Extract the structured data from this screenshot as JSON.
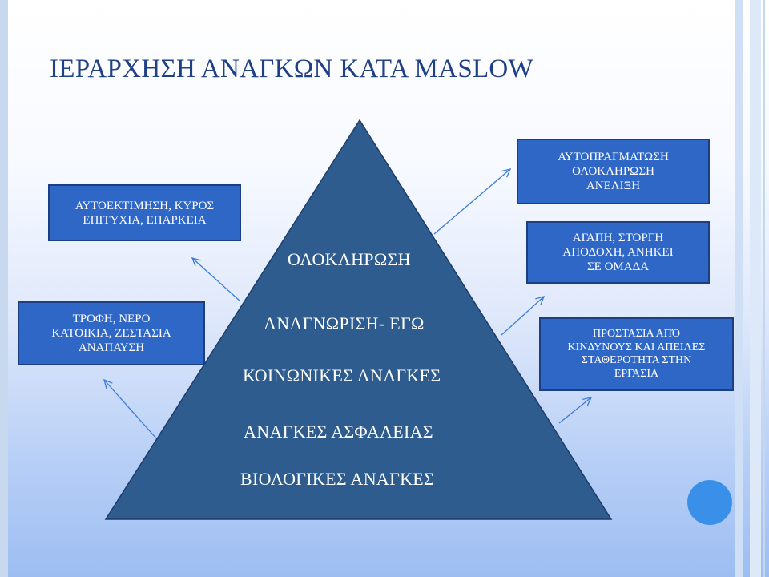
{
  "title": "ΙΕΡΑΡΧΗΣΗ ΑΝΑΓΚΩΝ ΚΑΤΑ MASLOW",
  "colors": {
    "box_fill": "#2f67c6",
    "triangle_fill": "#2e5c8e",
    "text_white": "#ffffff",
    "title_blue": "#1f3f86",
    "arrow_blue": "#3b7dd8"
  },
  "pyramid": {
    "labels": {
      "self_actualization": "ΟΛΟΚΛΗΡΩΣΗ",
      "esteem": "ΑΝΑΓΝΩΡΙΣΗ- ΕΓΩ",
      "social": "ΚΟΙΝΩΝΙΚΕΣ ΑΝΑΓΚΕΣ",
      "safety": "ΑΝΑΓΚΕΣ ΑΣΦΑΛΕΙΑΣ",
      "biological": "ΒΙΟΛΟΓΙΚΕΣ ΑΝΑΓΚΕΣ"
    }
  },
  "boxes": {
    "esteem": {
      "lines": [
        "ΑΥΤΟΕΚΤΙΜΗΣΗ, ΚΥΡΟΣ",
        "ΕΠΙΤΥΧΙΑ, ΕΠΑΡΚΕΙΑ"
      ]
    },
    "biological": {
      "lines": [
        "ΤΡΟΦΗ, ΝΕΡΟ",
        "ΚΑΤΟΙΚΙΑ, ΖΕΣΤΑΣΙΑ",
        "ΑΝΑΠΑΥΣΗ"
      ]
    },
    "self_actualization": {
      "lines": [
        "ΑΥΤΟΠΡΑΓΜΑΤΩΣΗ",
        "ΟΛΟΚΛΗΡΩΣΗ",
        "ΑΝΕΛΙΞΗ"
      ]
    },
    "social": {
      "lines": [
        "ΑΓΑΠΗ, ΣΤΟΡΓΗ",
        "ΑΠΟΔΟΧΗ, ΑΝΗΚΕΙ",
        "ΣΕ ΟΜΑΔΑ"
      ]
    },
    "safety": {
      "lines": [
        "ΠΡΟΣΤΑΣΙΑ ΑΠΌ",
        "ΚΙΝΔΥΝΟΥΣ ΚΑΙ ΑΠΕΙΛΕΣ",
        "ΣΤΑΘΕΡΟΤΗΤΑ ΣΤΗΝ",
        "ΕΡΓΑΣΙΑ"
      ]
    }
  }
}
